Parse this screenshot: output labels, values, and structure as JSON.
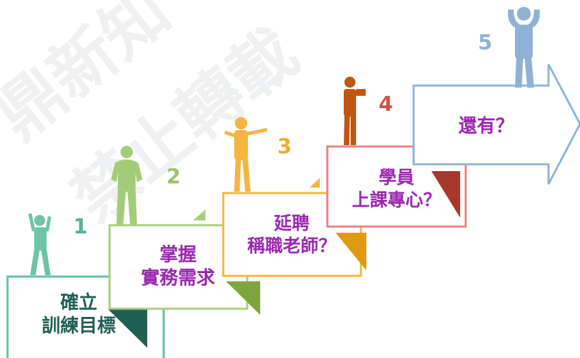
{
  "watermark": {
    "line1": "鼎新知",
    "line2": "禁止轉載"
  },
  "steps": [
    {
      "number": "1",
      "line1": "確立",
      "line2": "訓練目標",
      "color": "#5fbfa8",
      "dark": "#1f5f53",
      "text": "#1f5f53"
    },
    {
      "number": "2",
      "line1": "掌握",
      "line2": "實務需求",
      "color": "#a9cf7a",
      "dark": "#7ea63f",
      "text": "#9b27b0"
    },
    {
      "number": "3",
      "line1": "延聘",
      "line2": "稱職老師？",
      "color": "#f5b540",
      "dark": "#e09a10",
      "text": "#9b27b0"
    },
    {
      "number": "4",
      "line1": "學員",
      "line2": "上課專心？",
      "color": "#ef8080",
      "dark": "#a8382e",
      "text": "#9b27b0"
    },
    {
      "number": "5",
      "line1": "還有？",
      "line2": "",
      "color": "#91b3d9",
      "dark": "#91b3d9",
      "text": "#9b27b0"
    }
  ]
}
